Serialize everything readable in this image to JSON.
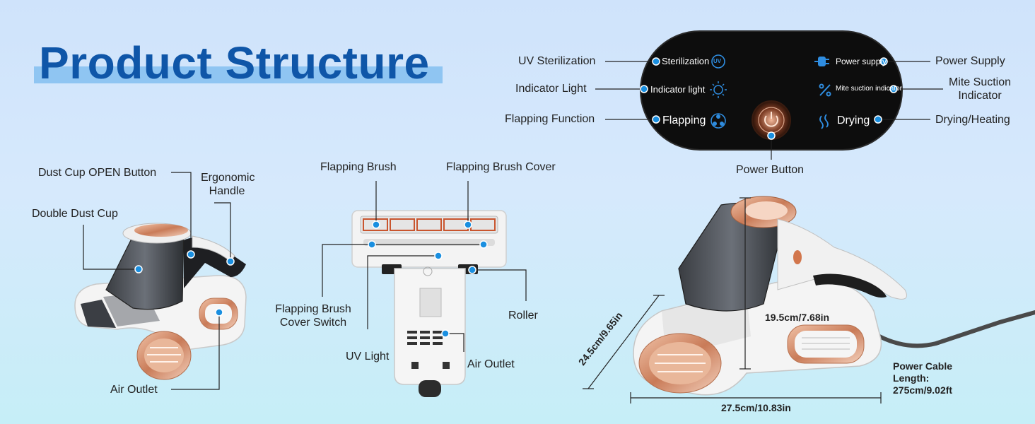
{
  "title": "Product Structure",
  "panel": {
    "left": [
      "Sterilization",
      "Indicator light",
      "Flapping"
    ],
    "right": [
      "Power supply",
      "Mite suction indicator",
      "Drying"
    ],
    "uv_badge": "UV"
  },
  "callouts": {
    "uv_sterilization": "UV Sterilization",
    "indicator_light": "Indicator Light",
    "flapping_function": "Flapping Function",
    "power_supply": "Power Supply",
    "mite_suction_1": "Mite Suction",
    "mite_suction_2": "Indicator",
    "drying_heating": "Drying/Heating",
    "power_button": "Power Button",
    "dust_cup_open": "Dust Cup OPEN Button",
    "ergonomic_1": "Ergonomic",
    "ergonomic_2": "Handle",
    "double_dust_cup": "Double Dust Cup",
    "air_outlet_left": "Air Outlet",
    "flapping_brush": "Flapping Brush",
    "flapping_brush_cover": "Flapping Brush Cover",
    "cover_switch_1": "Flapping Brush",
    "cover_switch_2": "Cover Switch",
    "roller": "Roller",
    "uv_light": "UV Light",
    "air_outlet_mid": "Air Outlet"
  },
  "dimensions": {
    "height": "24.5cm/9.65in",
    "depth": "19.5cm/7.68in",
    "length": "27.5cm/10.83in",
    "cable_1": "Power Cable",
    "cable_2": "Length:",
    "cable_3": "275cm/9.02ft"
  },
  "colors": {
    "title": "#0f56a8",
    "accent": "#1a8fe0",
    "copper": "#d99a7a",
    "panel": "#0d0d0d"
  }
}
